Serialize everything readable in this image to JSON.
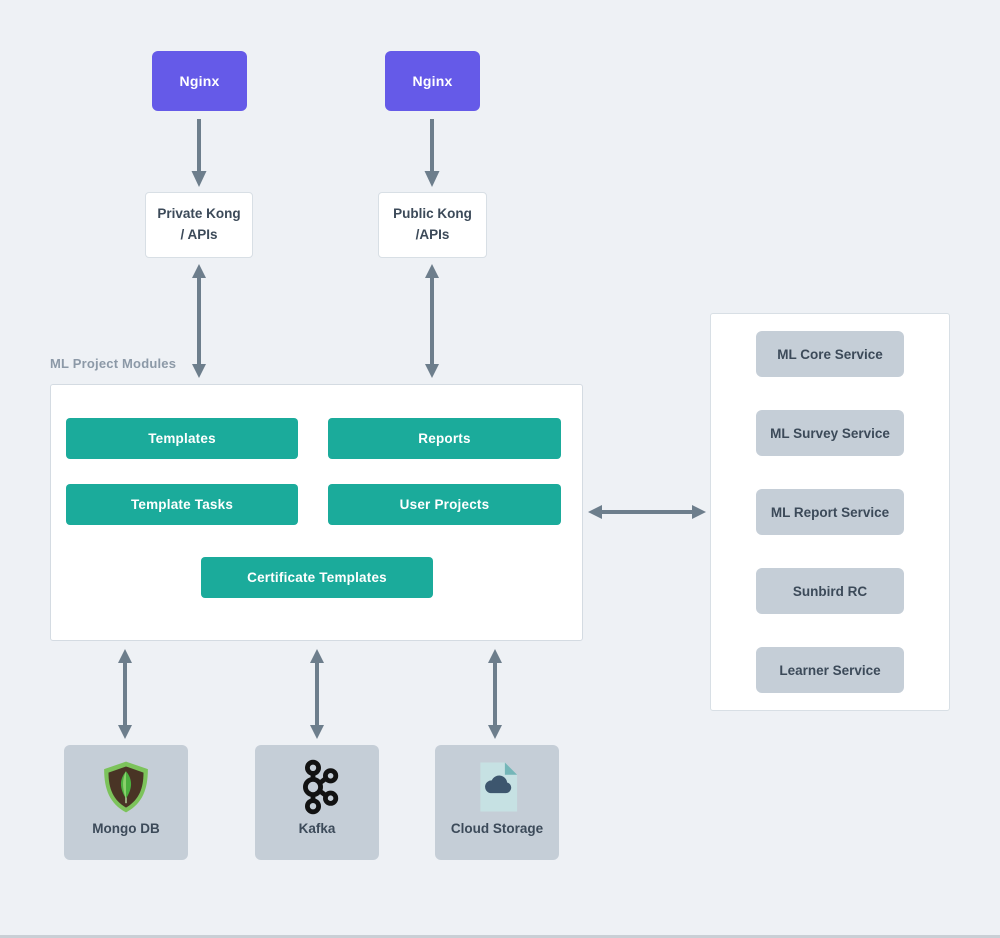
{
  "colors": {
    "background": "#eef1f5",
    "nginx_purple": "#655ae8",
    "module_teal": "#1bab9b",
    "box_gray": "#c5ced7",
    "arrow_slate": "#6d7e8c",
    "text_dark": "#3c4a59",
    "title_gray": "#8c99a7"
  },
  "gateways": {
    "nginx_left": "Nginx",
    "nginx_right": "Nginx",
    "private_kong_line1": "Private Kong",
    "private_kong_line2": "/ APIs",
    "public_kong_line1": "Public Kong",
    "public_kong_line2": "/APIs"
  },
  "modules": {
    "title": "ML Project Modules",
    "buttons": {
      "templates": "Templates",
      "reports": "Reports",
      "template_tasks": "Template Tasks",
      "user_projects": "User Projects",
      "certificate_templates": "Certificate Templates"
    }
  },
  "services": {
    "core": "ML Core Service",
    "survey": "ML Survey Service",
    "report": "ML Report Service",
    "sunbird": "Sunbird RC",
    "learner": "Learner Service"
  },
  "storage": {
    "mongo": "Mongo DB",
    "kafka": "Kafka",
    "cloud": "Cloud Storage"
  }
}
